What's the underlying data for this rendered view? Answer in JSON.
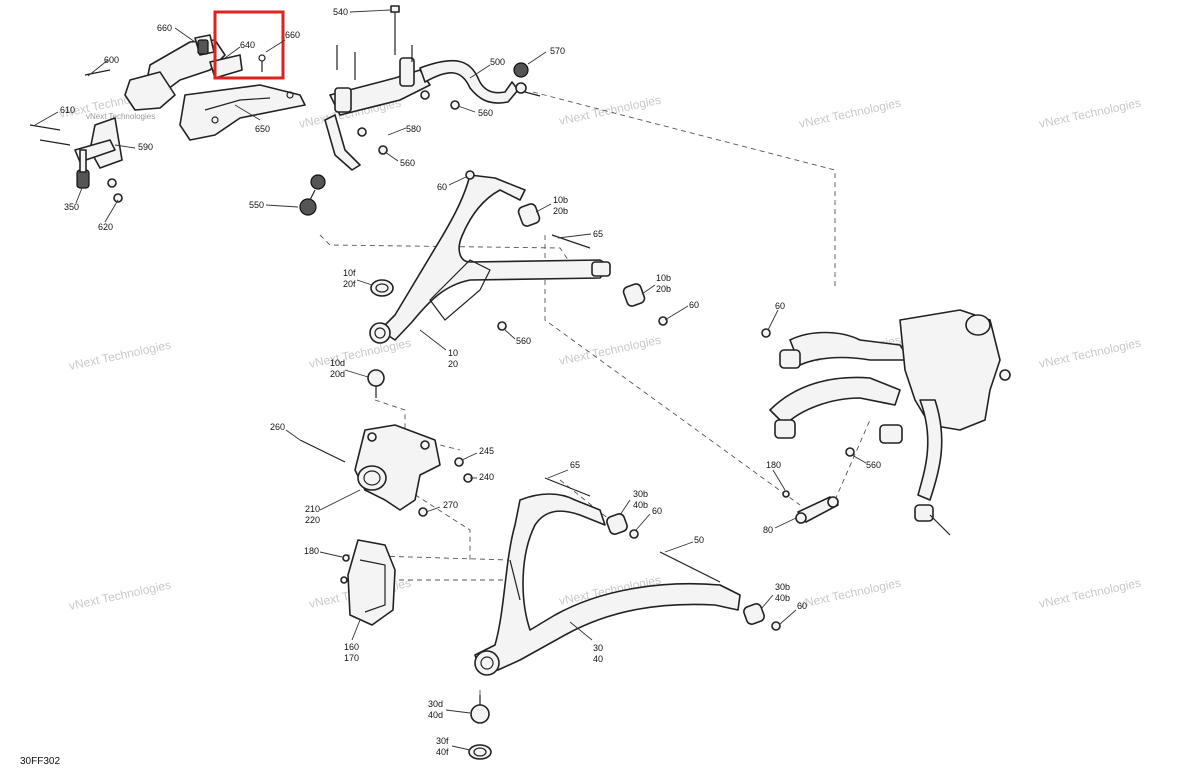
{
  "diagram": {
    "code": "30FF302",
    "highlight_color": "#e0211d",
    "watermark_text": "vNext Technologies",
    "labels": {
      "l660a": "660",
      "l600": "600",
      "l640": "640",
      "l660b": "660",
      "l650": "650",
      "l610": "610",
      "l590": "590",
      "l350": "350",
      "l620": "620",
      "l540": "540",
      "l500": "500",
      "l570": "570",
      "l560a": "560",
      "l580": "580",
      "l560b": "560",
      "l550": "550",
      "l60a": "60",
      "l10b_a": "10b",
      "l20b_a": "20b",
      "l65a": "65",
      "l10f": "10f",
      "l20f": "20f",
      "l10b_b": "10b",
      "l20b_b": "20b",
      "l60b": "60",
      "l560c": "560",
      "l10": "10",
      "l20": "20",
      "l10d": "10d",
      "l20d": "20d",
      "l60c": "60",
      "l560d": "560",
      "l180a": "180",
      "l80": "80",
      "l260": "260",
      "l245": "245",
      "l240": "240",
      "l210": "210",
      "l220": "220",
      "l270": "270",
      "l65b": "65",
      "l30b_a": "30b",
      "l40b_a": "40b",
      "l60d": "60",
      "l50": "50",
      "l180b": "180",
      "l160": "160",
      "l170": "170",
      "l30b_b": "30b",
      "l40b_b": "40b",
      "l60e": "60",
      "l30": "30",
      "l40": "40",
      "l30d": "30d",
      "l40d": "40d",
      "l30f": "30f",
      "l40f": "40f"
    }
  }
}
